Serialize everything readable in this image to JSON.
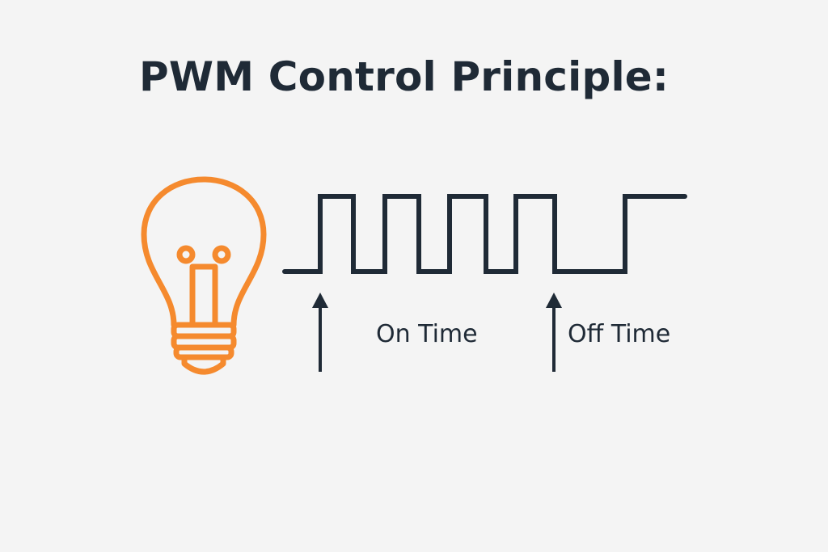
{
  "title": "PWM Control Principle:",
  "labels": {
    "on_time": "On Time",
    "off_time": "Off Time"
  },
  "icons": {
    "bulb": "light-bulb-icon",
    "arrow": "up-arrow-icon"
  },
  "colors": {
    "background": "#f4f4f4",
    "ink": "#1f2a36",
    "bulb": "#f58a2e"
  }
}
